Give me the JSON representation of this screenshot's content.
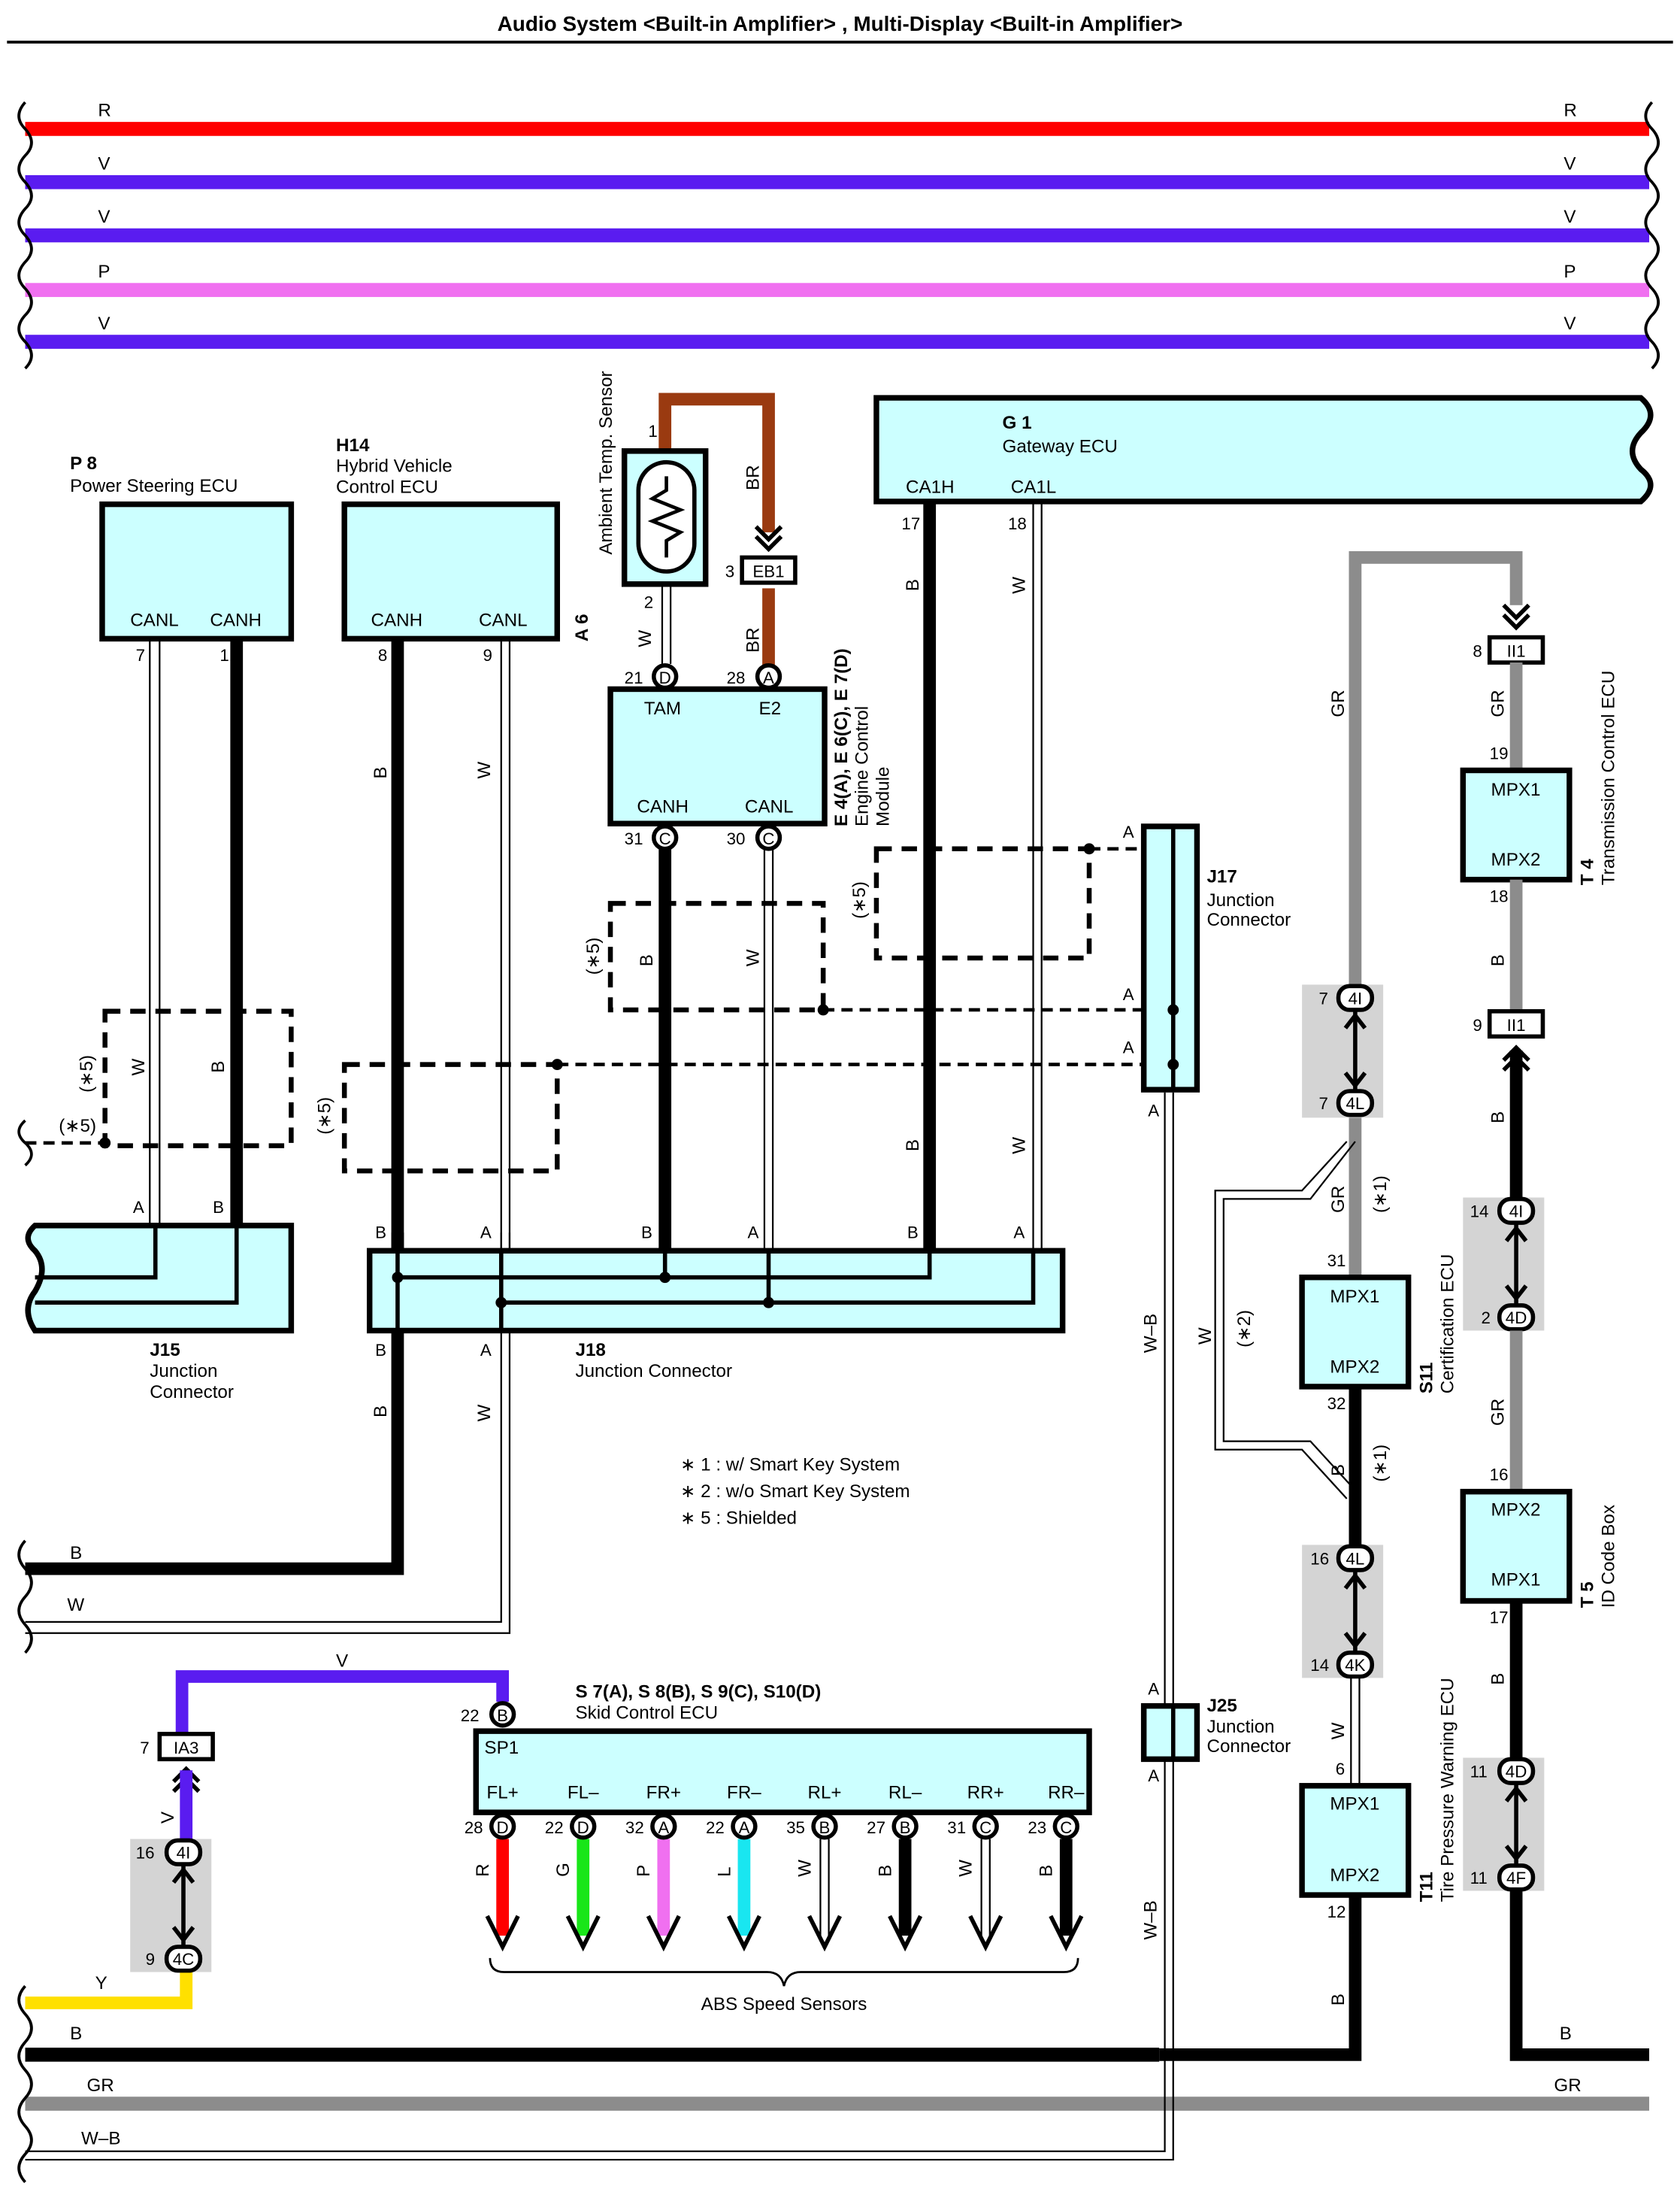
{
  "title": "Audio System <Built-in Amplifier> , Multi-Display <Built-in Amplifier>",
  "colors": {
    "R": "#ff0000",
    "V": "#5a1cf0",
    "P": "#f070f0",
    "B": "#000000",
    "W": "#ffffff",
    "GR": "#8c8c8c",
    "BR": "#9a3a10",
    "G": "#19e619",
    "L": "#19e6f0",
    "Y": "#ffe000",
    "ECU": "#ccffff",
    "GRAYBOX": "#d4d4d4"
  },
  "top_wires": [
    "R",
    "V",
    "V",
    "P",
    "V"
  ],
  "bottom_wires": {
    "b": "B",
    "gr": "GR",
    "wb": "W–B",
    "y": "Y"
  },
  "components": {
    "p8": {
      "code": "P 8",
      "name": "Power Steering ECU",
      "pins": [
        "CANL",
        "CANH"
      ],
      "nums": [
        "7",
        "1"
      ]
    },
    "h14": {
      "code": "H14",
      "name1": "Hybrid Vehicle",
      "name2": "Control ECU",
      "pins": [
        "CANH",
        "CANL"
      ],
      "nums": [
        "8",
        "9"
      ]
    },
    "a6": {
      "code": "A 6",
      "name": "Ambient Temp. Sensor",
      "pin1": "1",
      "pin2": "2"
    },
    "ecm": {
      "code": "E 4(A), E 6(C), E 7(D)",
      "name1": "Engine Control",
      "name2": "Module",
      "tam": "TAM",
      "e2": "E2",
      "canh": "CANH",
      "canl": "CANL",
      "n21": "21",
      "n28": "28",
      "n31": "31",
      "n30": "30",
      "cD": "D",
      "cA": "A",
      "cC": "C"
    },
    "eb1": {
      "label": "EB1",
      "num": "3"
    },
    "g1": {
      "code": "G 1",
      "name": "Gateway ECU",
      "pins": [
        "CA1H",
        "CA1L"
      ],
      "nums": [
        "17",
        "18"
      ]
    },
    "j17": {
      "code": "J17",
      "name1": "Junction",
      "name2": "Connector",
      "pin": "A"
    },
    "j15": {
      "code": "J15",
      "name1": "Junction",
      "name2": "Connector",
      "pA": "A",
      "pB": "B"
    },
    "j18": {
      "code": "J18",
      "name": "Junction Connector",
      "pA": "A",
      "pB": "B"
    },
    "j25": {
      "code": "J25",
      "name1": "Junction",
      "name2": "Connector",
      "pin": "A"
    },
    "ii1": {
      "label": "II1",
      "n8": "8",
      "n9": "9"
    },
    "t4": {
      "code": "T 4",
      "name": "Transmission Control ECU",
      "mpx1": "MPX1",
      "mpx2": "MPX2",
      "n19": "19",
      "n18": "18"
    },
    "s11": {
      "code": "S11",
      "name": "Certification ECU",
      "mpx1": "MPX1",
      "mpx2": "MPX2",
      "n31": "31",
      "n32": "32"
    },
    "t5": {
      "code": "T 5",
      "name": "ID Code Box",
      "mpx1": "MPX1",
      "mpx2": "MPX2",
      "n16": "16",
      "n17": "17"
    },
    "t11": {
      "code": "T11",
      "name": "Tire Pressure Warning ECU",
      "mpx1": "MPX1",
      "mpx2": "MPX2",
      "n6": "6",
      "n12": "12"
    },
    "ia3": {
      "label": "IA3",
      "num": "7"
    },
    "skid": {
      "code": "S 7(A), S 8(B), S 9(C), S10(D)",
      "name": "Skid Control ECU",
      "sp1": "SP1",
      "n22": "22",
      "cB": "B"
    },
    "abs": {
      "label": "ABS Speed Sensors"
    }
  },
  "skid_pins": [
    {
      "label": "FL+",
      "num": "28",
      "conn": "D",
      "wire": "R"
    },
    {
      "label": "FL–",
      "num": "22",
      "conn": "D",
      "wire": "G"
    },
    {
      "label": "FR+",
      "num": "32",
      "conn": "A",
      "wire": "P"
    },
    {
      "label": "FR–",
      "num": "22",
      "conn": "A",
      "wire": "L"
    },
    {
      "label": "RL+",
      "num": "35",
      "conn": "B",
      "wire": "W"
    },
    {
      "label": "RL–",
      "num": "27",
      "conn": "B",
      "wire": "B"
    },
    {
      "label": "RR+",
      "num": "31",
      "conn": "C",
      "wire": "W"
    },
    {
      "label": "RR–",
      "num": "23",
      "conn": "C",
      "wire": "B"
    }
  ],
  "splices": {
    "s4i7": "4I",
    "s4l7": "4L",
    "n7a": "7",
    "n7b": "7",
    "s4i14": "4I",
    "s4d2": "4D",
    "n14": "14",
    "n2": "2",
    "s4l16": "4L",
    "s4k14": "4K",
    "n16": "16",
    "n14b": "14",
    "s4d11": "4D",
    "s4f11": "4F",
    "n11a": "11",
    "n11b": "11",
    "s4i16": "4I",
    "s4c9": "4C",
    "n16b": "16",
    "n9": "9"
  },
  "wire_labels": {
    "BR": "BR",
    "B": "B",
    "W": "W",
    "GR": "GR",
    "V": "V",
    "WB": "W–B",
    "note1": "(∗1)",
    "note2": "(∗2)",
    "note5": "(∗5)"
  },
  "notes": [
    "∗ 1 : w/ Smart Key System",
    "∗ 2 : w/o Smart Key System",
    "∗ 5 : Shielded"
  ]
}
